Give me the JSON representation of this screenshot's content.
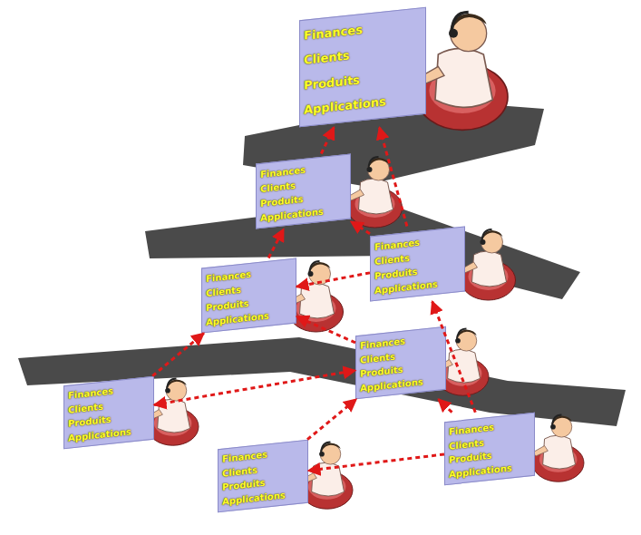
{
  "diagram": {
    "nodes": [
      {
        "text": [
          "Finances",
          "Clients",
          "Produits",
          "Applications"
        ]
      },
      {
        "text": [
          "Finances",
          "Clients",
          "Produits",
          "Applications"
        ]
      },
      {
        "text": [
          "Finances",
          "Clients",
          "Produits",
          "Applications"
        ]
      },
      {
        "text": [
          "Finances",
          "Clients",
          "Produits",
          "Applications"
        ]
      },
      {
        "text": [
          "Finances",
          "Clients",
          "Produits",
          "Applications"
        ]
      },
      {
        "text": [
          "Finances",
          "Clients",
          "Produits",
          "Applications"
        ]
      },
      {
        "text": [
          "Finances",
          "Clients",
          "Produits",
          "Applications"
        ]
      },
      {
        "text": [
          "Finances",
          "Clients",
          "Produits",
          "Applications"
        ]
      }
    ],
    "edges": [
      {
        "from": 1,
        "to": 0,
        "arrow": "to"
      },
      {
        "from": 2,
        "to": 0,
        "arrow": "to"
      },
      {
        "from": 2,
        "to": 1,
        "arrow": "to"
      },
      {
        "from": 3,
        "to": 1,
        "arrow": "to"
      },
      {
        "from": 2,
        "to": 3,
        "arrow": "to"
      },
      {
        "from": 4,
        "to": 3,
        "arrow": "to"
      },
      {
        "from": 5,
        "to": 3,
        "arrow": "to"
      },
      {
        "from": 5,
        "to": 4,
        "arrow": "both"
      },
      {
        "from": 6,
        "to": 4,
        "arrow": "to"
      },
      {
        "from": 7,
        "to": 6,
        "arrow": "to"
      },
      {
        "from": 7,
        "to": 2,
        "arrow": "to"
      },
      {
        "from": 7,
        "to": 4,
        "arrow": "to"
      }
    ]
  }
}
